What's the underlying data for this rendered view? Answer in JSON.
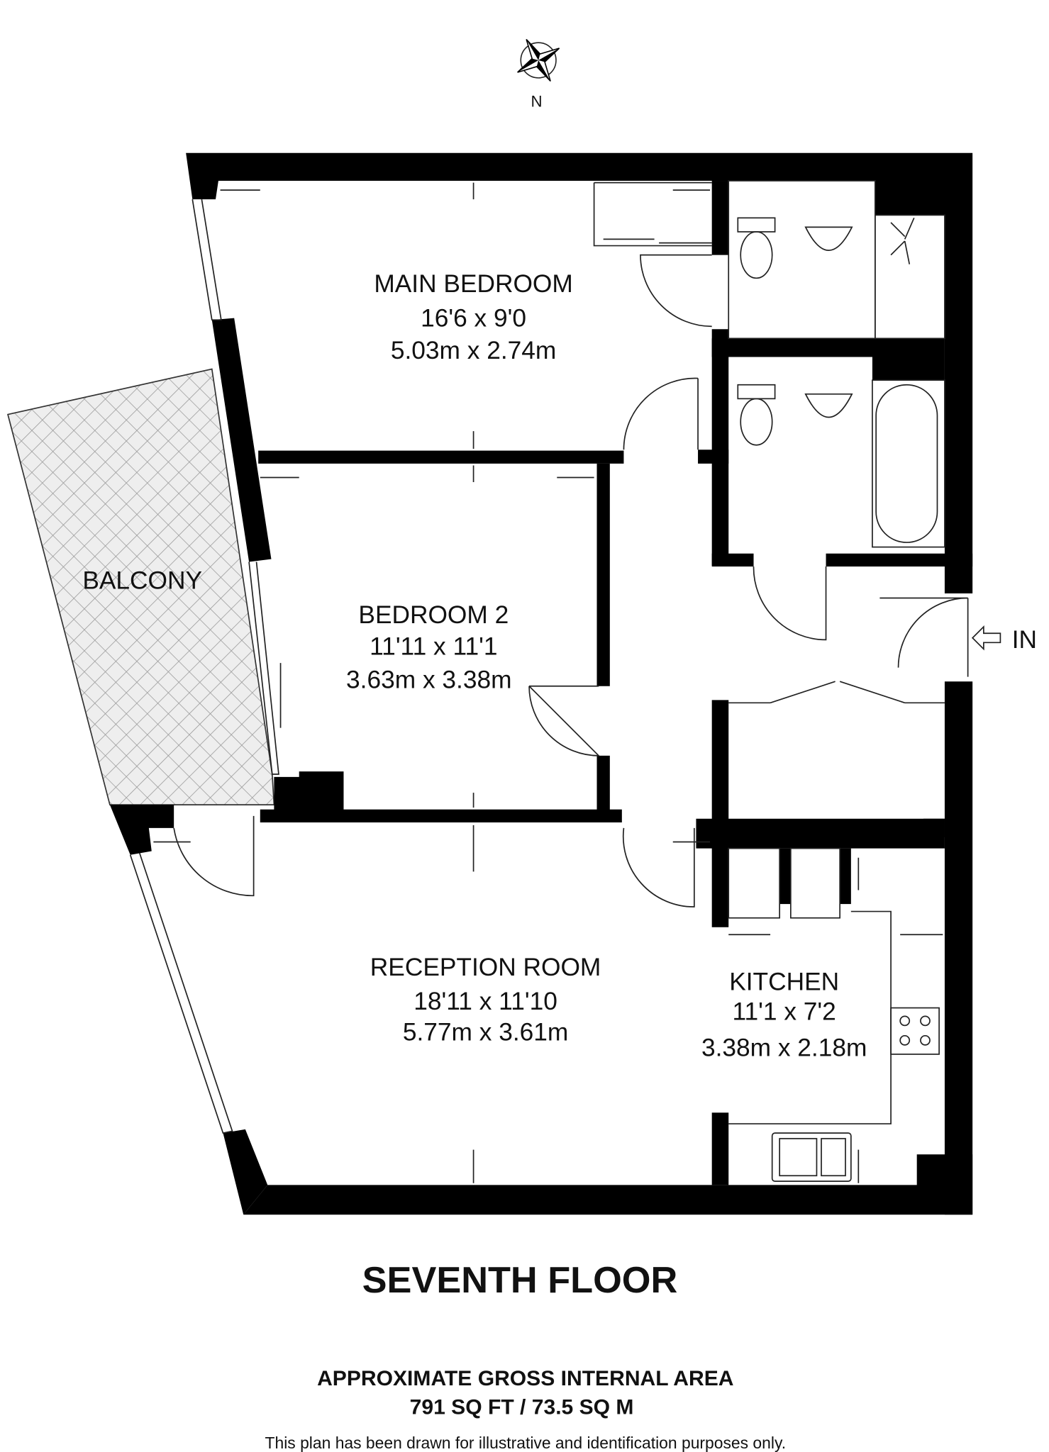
{
  "compass": {
    "label": "N",
    "icon": "compass-rose-icon"
  },
  "rooms": {
    "main_bedroom": {
      "name": "MAIN BEDROOM",
      "imperial": "16'6 x 9'0",
      "metric": "5.03m x 2.74m"
    },
    "bedroom_2": {
      "name": "BEDROOM 2",
      "imperial": "11'11 x 11'1",
      "metric": "3.63m x 3.38m"
    },
    "reception": {
      "name": "RECEPTION ROOM",
      "imperial": "18'11 x 11'10",
      "metric": "5.77m x 3.61m"
    },
    "kitchen": {
      "name": "KITCHEN",
      "imperial": "11'1 x 7'2",
      "metric": "3.38m x 2.18m"
    },
    "balcony": {
      "name": "BALCONY"
    }
  },
  "entrance": {
    "label": "IN",
    "icon": "entrance-arrow-icon"
  },
  "footer": {
    "floor": "SEVENTH FLOOR",
    "area_title": "APPROXIMATE GROSS INTERNAL AREA",
    "area_value": "791 SQ FT / 73.5 SQ M",
    "disclaimer": "This plan has been drawn for illustrative and identification purposes only."
  },
  "colors": {
    "walls": "#000000",
    "balcony_hatch": "#9a9a9a",
    "balcony_fill": "#eeeeee"
  }
}
